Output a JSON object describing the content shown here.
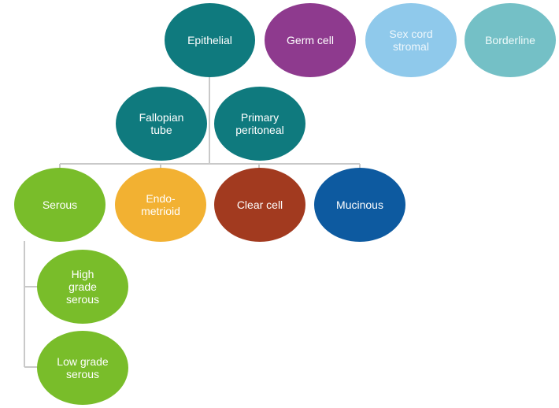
{
  "diagram": {
    "nodes": {
      "epithelial": "Epithelial",
      "germ_cell": "Germ cell",
      "sex_cord_stromal": "Sex cord\nstromal",
      "borderline": "Borderline",
      "fallopian_tube": "Fallopian\ntube",
      "primary_peritoneal": "Primary\nperitoneal",
      "serous": "Serous",
      "endometrioid": "Endo-\nmetrioid",
      "clear_cell": "Clear cell",
      "mucinous": "Mucinous",
      "high_grade_serous": "High\ngrade\nserous",
      "low_grade_serous": "Low grade\nserous"
    },
    "colors": {
      "teal": "#0f7a7e",
      "purple": "#8e3a8e",
      "sky": "#8fc9eb",
      "aqua": "#74c0c6",
      "green": "#79bd2a",
      "amber": "#f2b132",
      "rust": "#a23a1f",
      "blue": "#0d5aa0",
      "connector": "#c9c9c9"
    }
  }
}
